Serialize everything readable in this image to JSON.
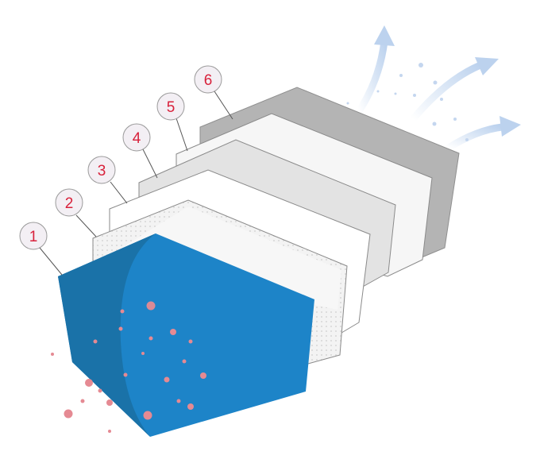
{
  "layers": [
    {
      "number": "1",
      "color": "#1d84c8"
    },
    {
      "number": "2",
      "color": "#f2f2f2"
    },
    {
      "number": "3",
      "color": "#ffffff"
    },
    {
      "number": "4",
      "color": "#e3e3e3"
    },
    {
      "number": "5",
      "color": "#f6f6f6"
    },
    {
      "number": "6",
      "color": "#b4b4b4"
    }
  ],
  "colors": {
    "callout_text": "#d8213b",
    "particles": "#e58a93",
    "airflow": "#bcd2ee",
    "outline": "#8a8a8a"
  },
  "icons": [
    "airflow-arrow-icon",
    "particle-dot-icon"
  ]
}
